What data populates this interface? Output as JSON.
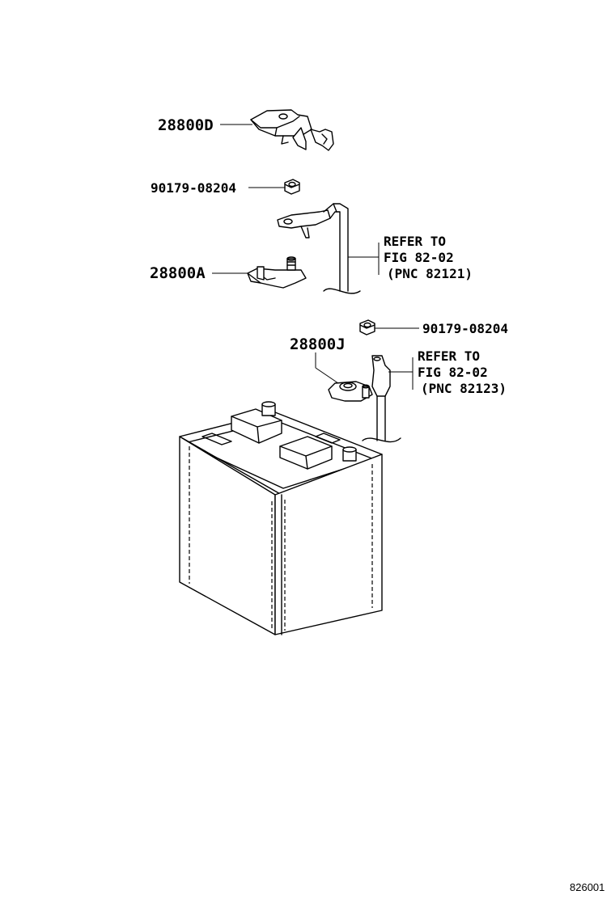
{
  "parts": {
    "terminal_cover": "28800D",
    "nut_upper": "90179-08204",
    "positive_terminal": "28800A",
    "nut_lower": "90179-08204",
    "negative_terminal": "28800J"
  },
  "references": {
    "upper": {
      "line1": "REFER TO",
      "line2": "FIG 82-02",
      "line3": "(PNC 82121)"
    },
    "lower": {
      "line1": "REFER TO",
      "line2": "FIG 82-02",
      "line3": "(PNC 82123)"
    }
  },
  "figure_code": "826001",
  "colors": {
    "ink": "#000000",
    "background": "#ffffff"
  }
}
